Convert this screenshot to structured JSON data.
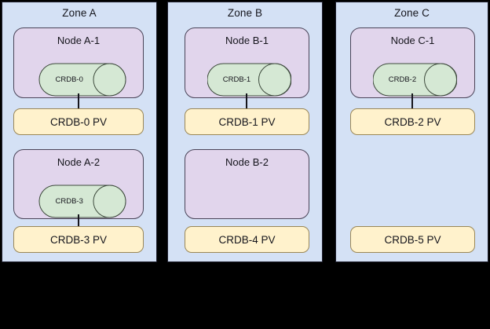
{
  "diagram": {
    "background_color": "#000000",
    "zone_fill": "#d4e1f5",
    "node_fill": "#e1d5ec",
    "pod_fill": "#d5e8d4",
    "pv_fill": "#fff2cc",
    "stroke": "#15151c"
  },
  "zones": [
    {
      "id": "zone-a",
      "title": "Zone A",
      "nodes": [
        {
          "id": "node-a-1",
          "title": "Node A-1",
          "pod": {
            "label": "CRDB-0"
          },
          "has_pod": true,
          "pv": {
            "label": "CRDB-0 PV"
          },
          "connected": true
        },
        {
          "id": "node-a-2",
          "title": "Node A-2",
          "pod": {
            "label": "CRDB-3"
          },
          "has_pod": true,
          "pv": {
            "label": "CRDB-3 PV"
          },
          "connected": true
        }
      ]
    },
    {
      "id": "zone-b",
      "title": "Zone B",
      "nodes": [
        {
          "id": "node-b-1",
          "title": "Node B-1",
          "pod": {
            "label": "CRDB-1"
          },
          "has_pod": true,
          "pv": {
            "label": "CRDB-1 PV"
          },
          "connected": true
        },
        {
          "id": "node-b-2",
          "title": "Node B-2",
          "pod": {
            "label": ""
          },
          "has_pod": false,
          "pv": {
            "label": "CRDB-4 PV"
          },
          "connected": false
        }
      ]
    },
    {
      "id": "zone-c",
      "title": "Zone C",
      "nodes": [
        {
          "id": "node-c-1",
          "title": "Node C-1",
          "pod": {
            "label": "CRDB-2"
          },
          "has_pod": true,
          "pv": {
            "label": "CRDB-2 PV"
          },
          "connected": true
        },
        {
          "id": "node-c-2",
          "title": "",
          "pod": {
            "label": ""
          },
          "has_pod": false,
          "pv": {
            "label": "CRDB-5 PV"
          },
          "connected": false
        }
      ]
    }
  ]
}
